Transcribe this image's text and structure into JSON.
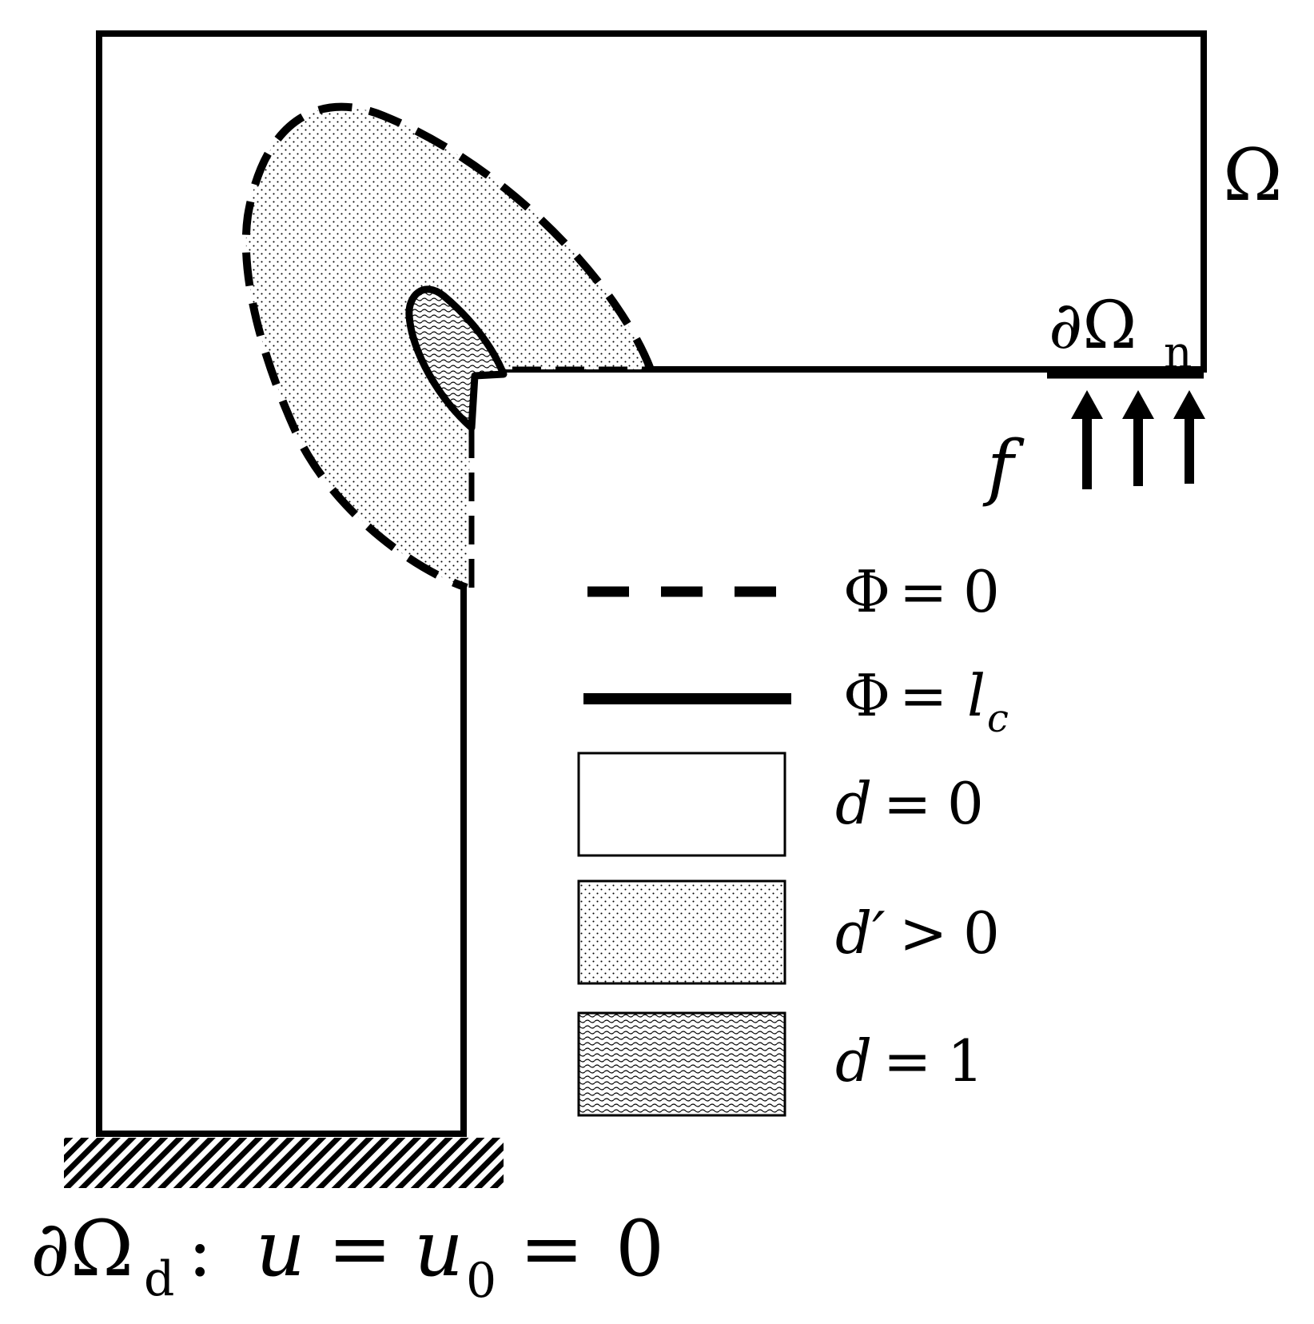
{
  "labels": {
    "omega": "Ω",
    "neumann_boundary": {
      "symbol": "∂Ω",
      "subscript": "n"
    },
    "force": "f",
    "dirichlet_boundary": {
      "symbol": "∂Ω",
      "subscript": "d",
      "colon": ":",
      "u": "u",
      "eq1": "=",
      "u0_base": "u",
      "u0_sub": "0",
      "eq2": "=",
      "zero": "0"
    }
  },
  "legend": [
    {
      "key": "phi_zero",
      "symbol": "Φ",
      "relation": "=",
      "value": "0",
      "style": "dashed-line"
    },
    {
      "key": "phi_lc",
      "symbol": "Φ",
      "relation": "=",
      "value_base": "l",
      "value_sub": "c",
      "style": "solid-line"
    },
    {
      "key": "d_zero",
      "symbol": "d",
      "relation": "=",
      "value": "0",
      "style": "blank-box"
    },
    {
      "key": "d_prime_positive",
      "symbol": "d′",
      "relation": ">",
      "value": "0",
      "style": "dotted-box"
    },
    {
      "key": "d_one",
      "symbol": "d",
      "relation": "=",
      "value": "1",
      "style": "wavy-box"
    }
  ]
}
